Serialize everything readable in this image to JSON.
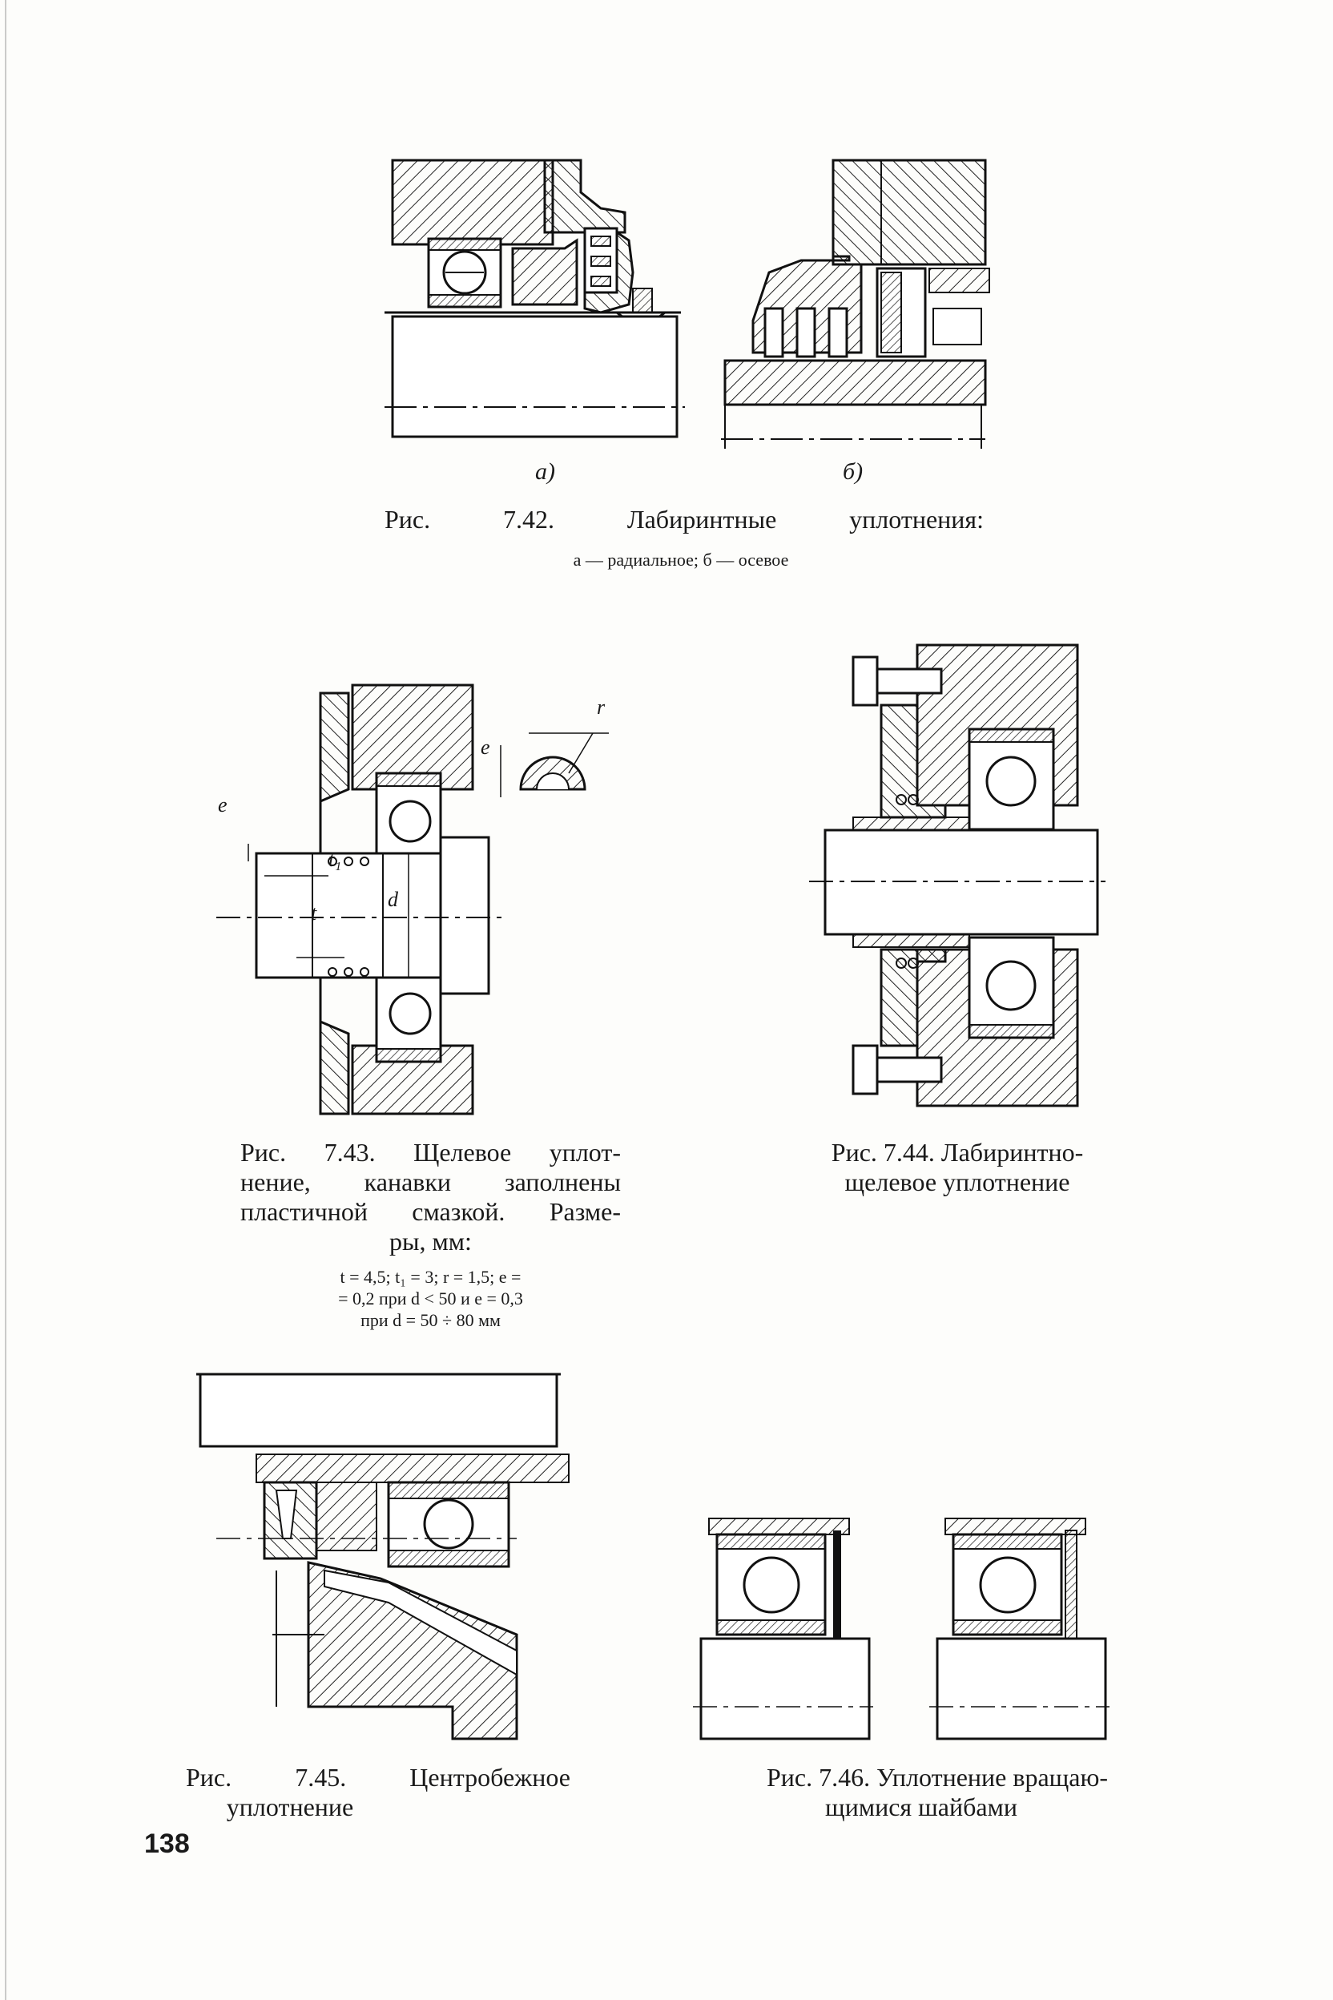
{
  "page": {
    "number": "138"
  },
  "fig742": {
    "label_a": "а)",
    "label_b": "б)",
    "caption": "Рис. 7.42. Лабиринтные уплотнения:",
    "subcaption": "а — радиальное; б — осевое"
  },
  "fig743": {
    "dims": {
      "e": "e",
      "t1": "t₁",
      "t": "t",
      "d": "d",
      "r": "r"
    },
    "caption_lines": [
      "Рис. 7.43. Щелевое уплот-",
      "нение, канавки заполнены",
      "пластичной смазкой. Разме-",
      "ры, мм:"
    ],
    "note_lines": [
      "t = 4,5; t₁ = 3; r = 1,5; e =",
      "= 0,2 при d < 50 и e = 0,3",
      "при d = 50 ÷ 80 мм"
    ]
  },
  "fig744": {
    "caption_lines": [
      "Рис. 7.44. Лабиринтно-",
      "щелевое уплотнение"
    ]
  },
  "fig745": {
    "caption_lines": [
      "Рис. 7.45. Центробежное",
      "уплотнение"
    ]
  },
  "fig746": {
    "caption_lines": [
      "Рис. 7.46. Уплотнение вращаю-",
      "щимися шайбами"
    ]
  }
}
